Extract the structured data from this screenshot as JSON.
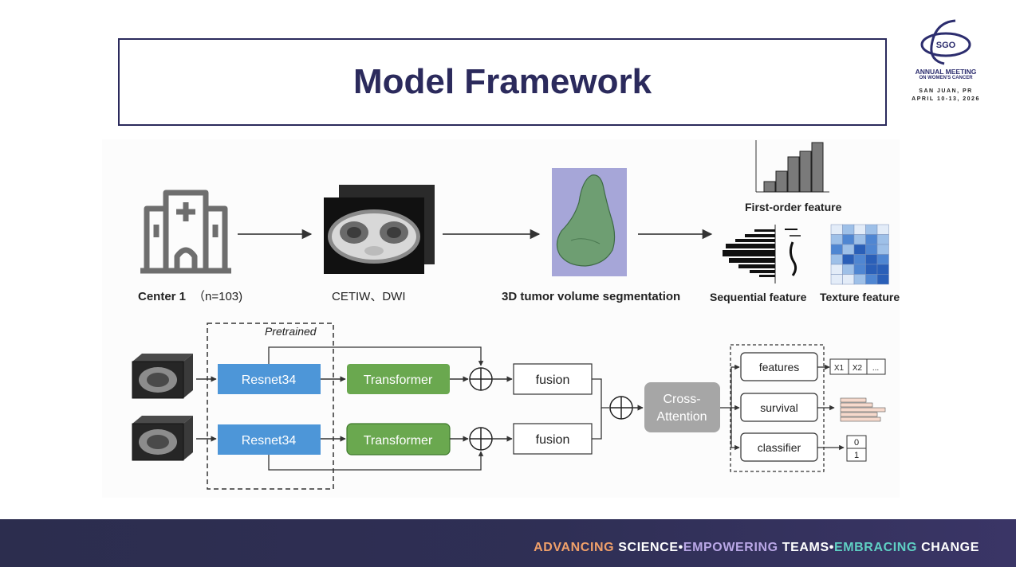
{
  "title": "Model Framework",
  "logo": {
    "org": "SGO",
    "meeting_line1": "ANNUAL MEETING",
    "meeting_line2": "ON WOMEN'S CANCER",
    "location": "SAN JUAN, PR",
    "dates": "APRIL 10-13, 2026"
  },
  "pipeline": {
    "center_label": "Center 1",
    "center_n": "（n=103)",
    "mri_label": "CETIW、DWI",
    "segmentation_label": "3D tumor volume segmentation",
    "first_order_label": "First-order feature",
    "sequential_label": "Sequential feature",
    "texture_label": "Texture feature"
  },
  "model": {
    "pretrained_label": "Pretrained",
    "resnet_label": "Resnet34",
    "transformer_label": "Transformer",
    "fusion_label": "fusion",
    "cross_attention_line1": "Cross-",
    "cross_attention_line2": "Attention",
    "features_label": "features",
    "survival_label": "survival",
    "classifier_label": "classifier",
    "feature_cells": [
      "X1",
      "X2",
      "..."
    ],
    "classifier_outputs": [
      "0",
      "1"
    ]
  },
  "colors": {
    "title": "#2b2a5c",
    "resnet": "#4d96d8",
    "transformer": "#6aa84f",
    "cross_attention": "#a6a6a6",
    "footer": "#2c2d4e"
  },
  "footer": {
    "advancing": "ADVANCING",
    "science": "SCIENCE",
    "dot": "•",
    "empowering": "EMPOWERING",
    "teams": "TEAMS",
    "embracing": "EMBRACING",
    "change": "CHANGE"
  }
}
